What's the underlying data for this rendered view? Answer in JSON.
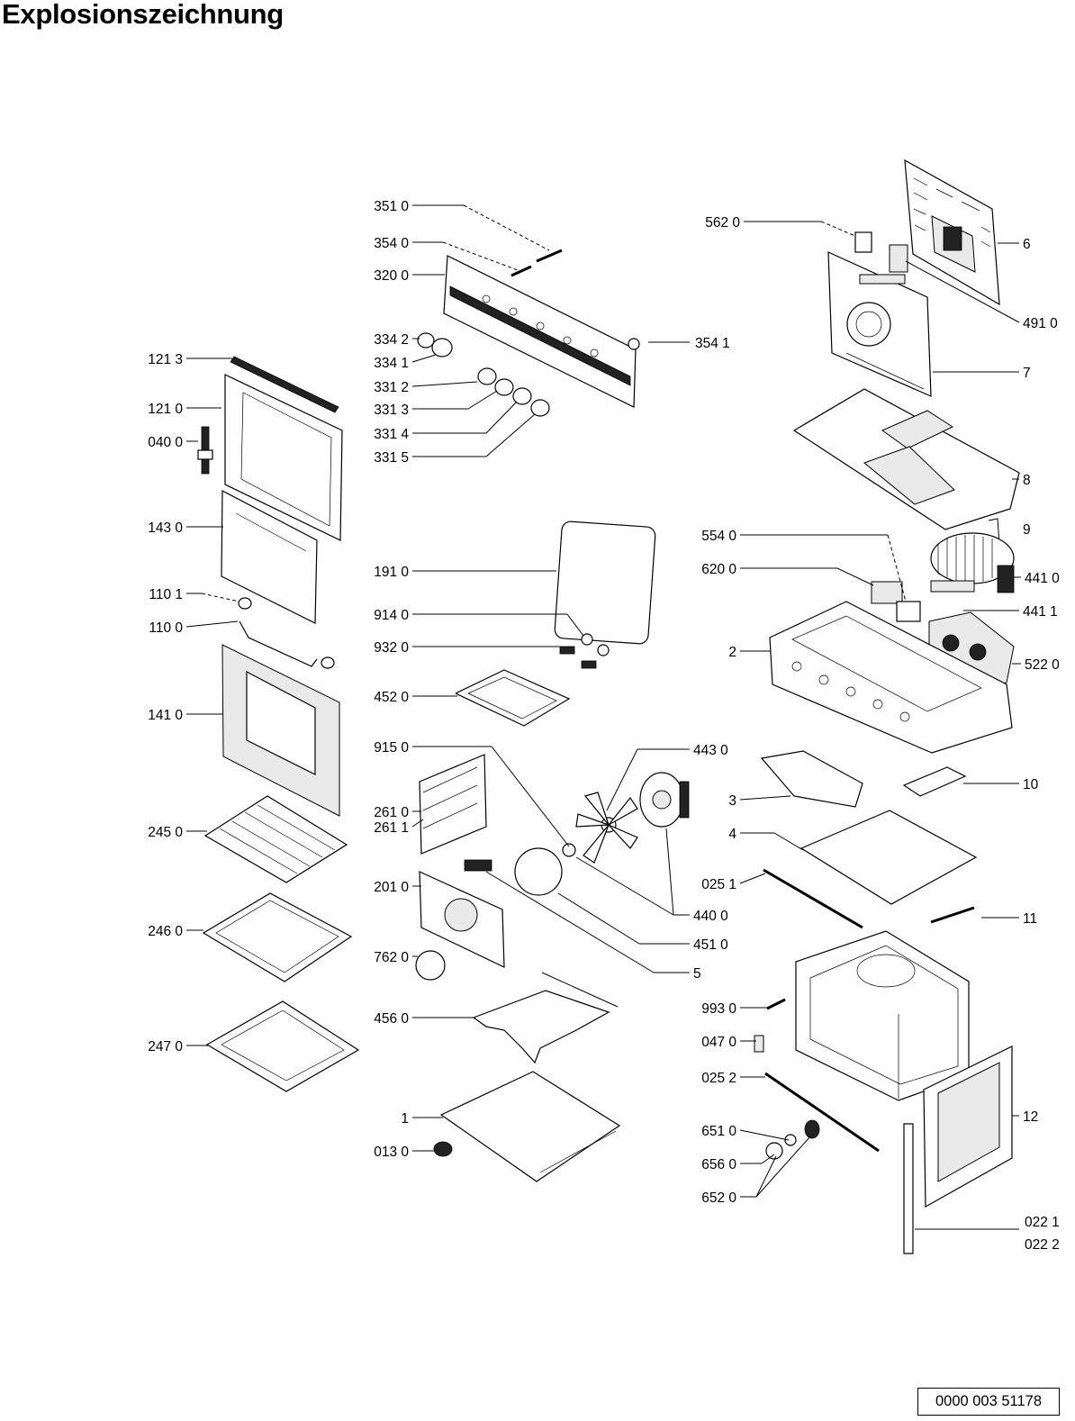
{
  "title": "Explosionszeichnung",
  "document_number": "0000 003 51178",
  "callouts": [
    "351 0",
    "354 0",
    "320 0",
    "562 0",
    "6",
    "491 0",
    "334 2",
    "334 1",
    "354 1",
    "121 3",
    "121 0",
    "040 0",
    "331 2",
    "331 3",
    "331 4",
    "331 5",
    "7",
    "8",
    "9",
    "143 0",
    "554 0",
    "620 0",
    "441 0",
    "441 1",
    "191 0",
    "110 1",
    "110 0",
    "914 0",
    "932 0",
    "2",
    "522 0",
    "452 0",
    "141 0",
    "915 0",
    "443 0",
    "3",
    "10",
    "261 0",
    "261 1",
    "245 0",
    "4",
    "025 1",
    "201 0",
    "440 0",
    "11",
    "246 0",
    "451 0",
    "762 0",
    "5",
    "993 0",
    "456 0",
    "047 0",
    "247 0",
    "025 2",
    "1",
    "12",
    "651 0",
    "013 0",
    "656 0",
    "652 0",
    "022 1",
    "022 2"
  ]
}
